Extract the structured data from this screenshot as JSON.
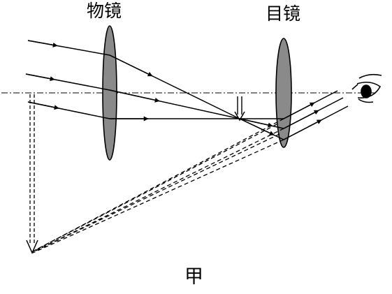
{
  "labels": {
    "objective_lens": "物镜",
    "eyepiece_lens": "目镜",
    "caption": "甲"
  },
  "colors": {
    "lens_fill": "#8a8a8a",
    "line": "#000000",
    "background": "#ffffff"
  },
  "icons": {
    "eye": "eye-icon",
    "arrowhead": "arrowhead-icon"
  }
}
